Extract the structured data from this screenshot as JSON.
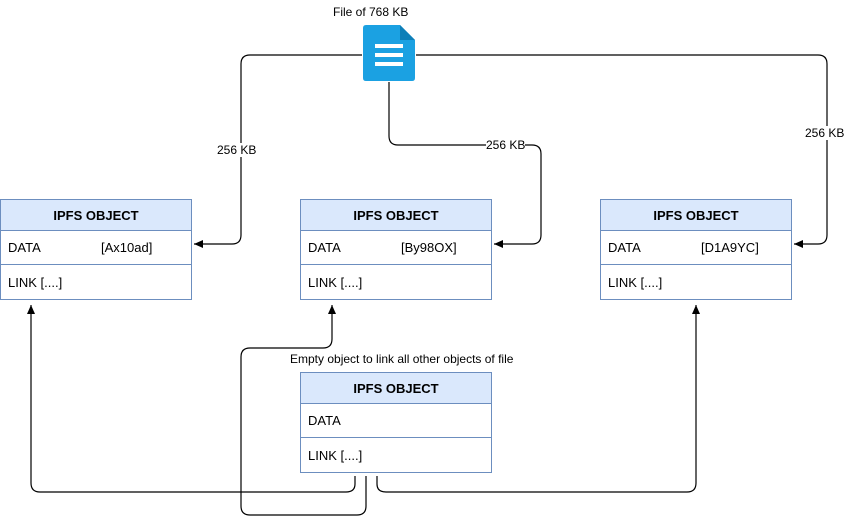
{
  "file": {
    "caption": "File of 768 KB",
    "icon": "file-document-icon"
  },
  "edge_labels": {
    "left": "256 KB",
    "middle": "256 KB",
    "right": "256 KB"
  },
  "root_caption": "Empty  object to link all other objects of file",
  "objects": [
    {
      "title": "IPFS OBJECT",
      "data_label": "DATA",
      "data_value": "[Ax10ad]",
      "link_label": "LINK [....]"
    },
    {
      "title": "IPFS OBJECT",
      "data_label": "DATA",
      "data_value": "[By98OX]",
      "link_label": "LINK [....]"
    },
    {
      "title": "IPFS OBJECT",
      "data_label": "DATA",
      "data_value": "[D1A9YC]",
      "link_label": "LINK [....]"
    }
  ],
  "root_object": {
    "title": "IPFS OBJECT",
    "data_label": "DATA",
    "data_value": "",
    "link_label": "LINK [....]"
  },
  "colors": {
    "header_fill": "#dae8fc",
    "border": "#6c8ebf",
    "icon": "#1ba1e2"
  }
}
